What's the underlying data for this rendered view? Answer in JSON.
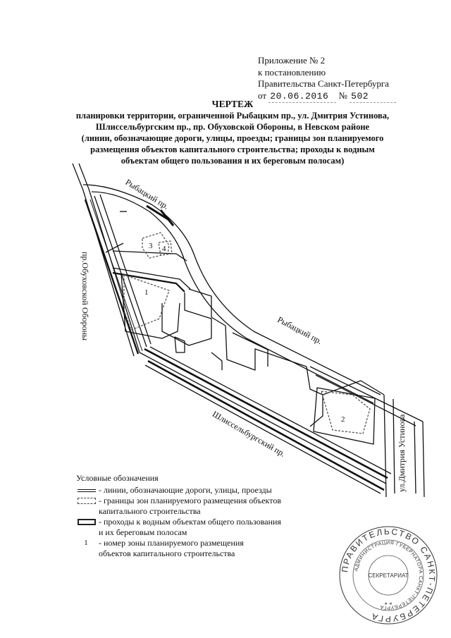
{
  "appendix": {
    "line1": "Приложение № 2",
    "line2": "к постановлению",
    "line3": "Правительства  Санкт-Петербурга",
    "date_prefix": "от",
    "date": "20.06.2016",
    "number_prefix": "№",
    "number": "502"
  },
  "title": {
    "heading": "ЧЕРТЕЖ",
    "line1": "планировки территории, ограниченной Рыбацким пр., ул. Дмитрия Устинова,",
    "line2": "Шлиссельбургским пр., пр. Обуховской Обороны, в Невском районе",
    "line3": "(линии, обозначающие дороги, улицы, проезды; границы зон планируемого",
    "line4": "размещения объектов капитального строительства; проходы к водным",
    "line5": "объектам общего пользования и их береговым полосам)"
  },
  "map": {
    "streets": {
      "rybatsky_top": "Рыбацкий пр.",
      "rybatsky_right": "Рыбацкий пр.",
      "obukhovskoy": "пр.Обуховской Обороны",
      "shlisselburgsky": "Шлиссельбургский пр.",
      "ustinova": "ул.Дмитрия Устинова"
    },
    "zones": [
      "1",
      "2",
      "3",
      "4"
    ]
  },
  "legend": {
    "heading": "Условные обозначения",
    "items": [
      {
        "symbol": "road-double-line",
        "text": "- линии, обозначающие дороги, улицы, проезды",
        "cont": ""
      },
      {
        "symbol": "dashed-rectangle",
        "text": "- границы зон планируемого размещения объектов",
        "cont": "капитального строительства"
      },
      {
        "symbol": "bold-rectangle",
        "text": "- проходы к водным объектам общего пользования",
        "cont": "и  их береговым полосам"
      },
      {
        "symbol": "1",
        "text": "- номер зоны планируемого размещения",
        "cont": "объектов капитального строительства"
      }
    ]
  },
  "stamp": {
    "outer": "ПРАВИТЕЛЬСТВО САНКТ-ПЕТЕРБУРГА",
    "inner": "АДМИНИСТРАЦИЯ ГУБЕРНАТОРА САНКТ-ПЕТЕРБУРГА",
    "center": "СЕКРЕТАРИАТ"
  }
}
